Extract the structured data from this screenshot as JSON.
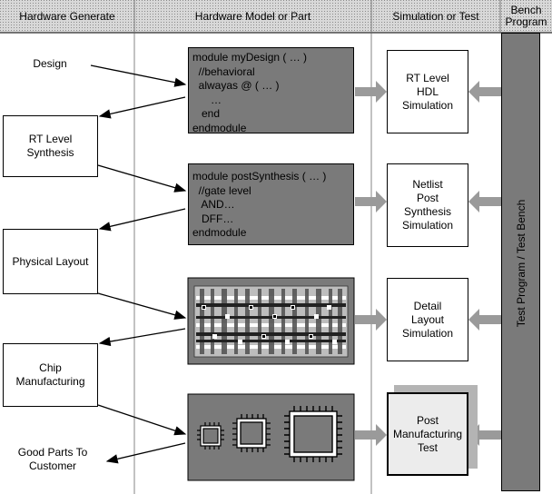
{
  "headers": {
    "col1": "Hardware Generate",
    "col2": "Hardware Model or Part",
    "col3": "Simulation or Test",
    "col4_line1": "Bench",
    "col4_line2": "Program"
  },
  "generate": {
    "design": "Design",
    "rtl_synthesis_line1": "RT Level",
    "rtl_synthesis_line2": "Synthesis",
    "physical_layout": "Physical Layout",
    "chip_mfg_line1": "Chip",
    "chip_mfg_line2": "Manufacturing",
    "good_parts_line1": "Good Parts To",
    "good_parts_line2": "Customer"
  },
  "models": {
    "rtl_code": [
      "module myDesign ( … )",
      "  //behavioral",
      "  alwayas @ ( … )",
      "      …",
      "   end",
      "endmodule"
    ],
    "gate_code": [
      "module postSynthesis ( … )",
      "  //gate level",
      "   AND…",
      "   DFF…",
      "endmodule"
    ]
  },
  "simulation": {
    "rtl_line1": "RT Level",
    "rtl_line2": "HDL",
    "rtl_line3": "Simulation",
    "netlist_line1": "Netlist",
    "netlist_line2": "Post",
    "netlist_line3": "Synthesis",
    "netlist_line4": "Simulation",
    "detail_line1": "Detail",
    "detail_line2": "Layout",
    "detail_line3": "Simulation",
    "post_line1": "Post",
    "post_line2": "Manufacturing",
    "post_line3": "Test"
  },
  "bench": {
    "label": "Test Program / Test Bench"
  },
  "colors": {
    "header_bg": "#c8c8c8",
    "dark_fill": "#7a7a7a",
    "arrow_gray": "#9a9a9a",
    "shadow_gray": "#b4b4b4"
  }
}
